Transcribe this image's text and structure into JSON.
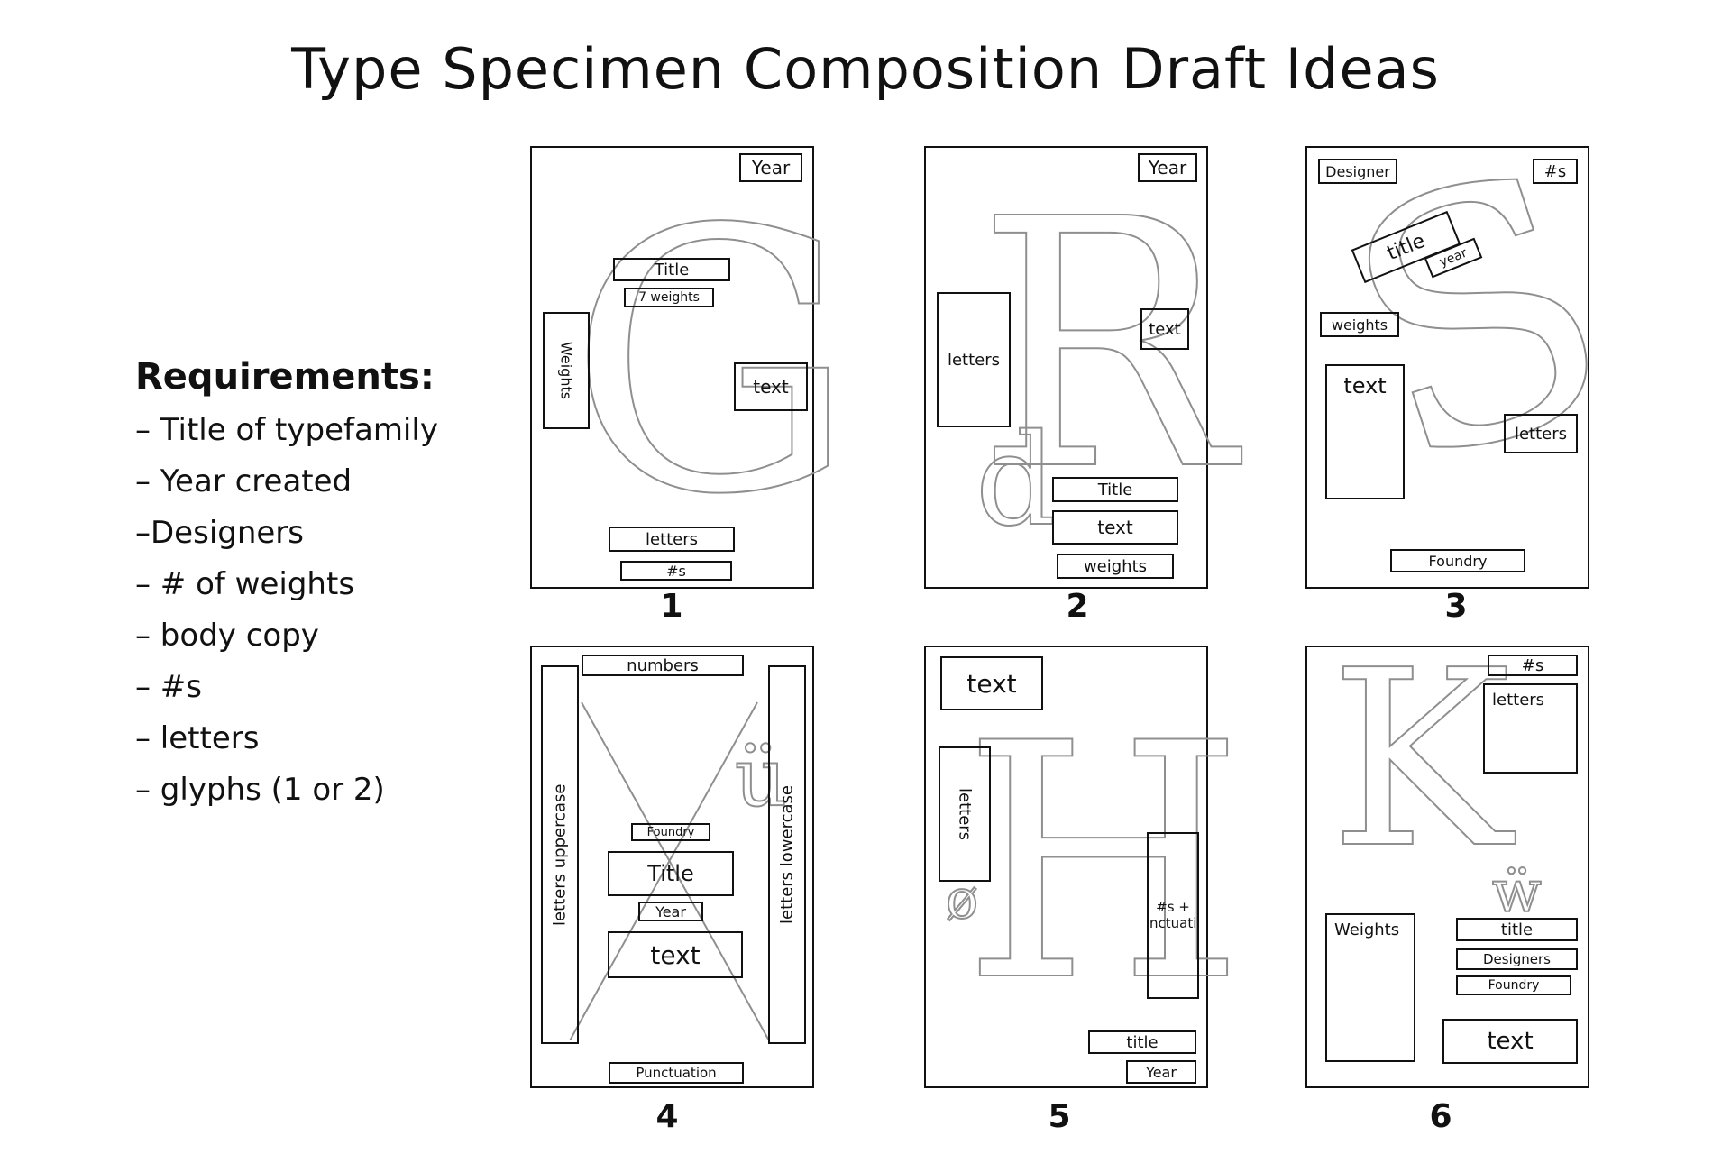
{
  "title": "Type Specimen Composition Draft Ideas",
  "requirements": {
    "heading": "Requirements:",
    "items": [
      "– Title of typefamily",
      "– Year created",
      "–Designers",
      "– # of weights",
      "– body copy",
      "– #s",
      "– letters",
      "– glyphs (1 or 2)"
    ]
  },
  "drafts": [
    {
      "number": "1",
      "glyph": "G",
      "labels": [
        "Year",
        "Title",
        "7 weights",
        "Weights",
        "text",
        "letters",
        "#s"
      ]
    },
    {
      "number": "2",
      "glyph": "R",
      "glyph2": "d",
      "labels": [
        "Year",
        "letters",
        "text",
        "Title",
        "text",
        "weights"
      ]
    },
    {
      "number": "3",
      "glyph": "S",
      "labels": [
        "Designer",
        "#s",
        "title",
        "year",
        "weights",
        "text",
        "letters",
        "Foundry"
      ]
    },
    {
      "number": "4",
      "glyph": "X",
      "glyph2": "ü",
      "labels": [
        "numbers",
        "letters uppercase",
        "letters lowercase",
        "Foundry",
        "Title",
        "Year",
        "text",
        "Punctuation"
      ]
    },
    {
      "number": "5",
      "glyph": "H",
      "glyph2": "ø",
      "labels": [
        "text",
        "letters",
        "#s + punctuation",
        "title",
        "Year"
      ]
    },
    {
      "number": "6",
      "glyph": "K",
      "glyph2": "ẅ",
      "labels": [
        "#s",
        "letters",
        "Weights",
        "title",
        "Designers",
        "Foundry",
        "text"
      ]
    }
  ],
  "colors": {
    "ink": "#111111",
    "sketch": "#8f8f8f",
    "paper": "#ffffff"
  }
}
